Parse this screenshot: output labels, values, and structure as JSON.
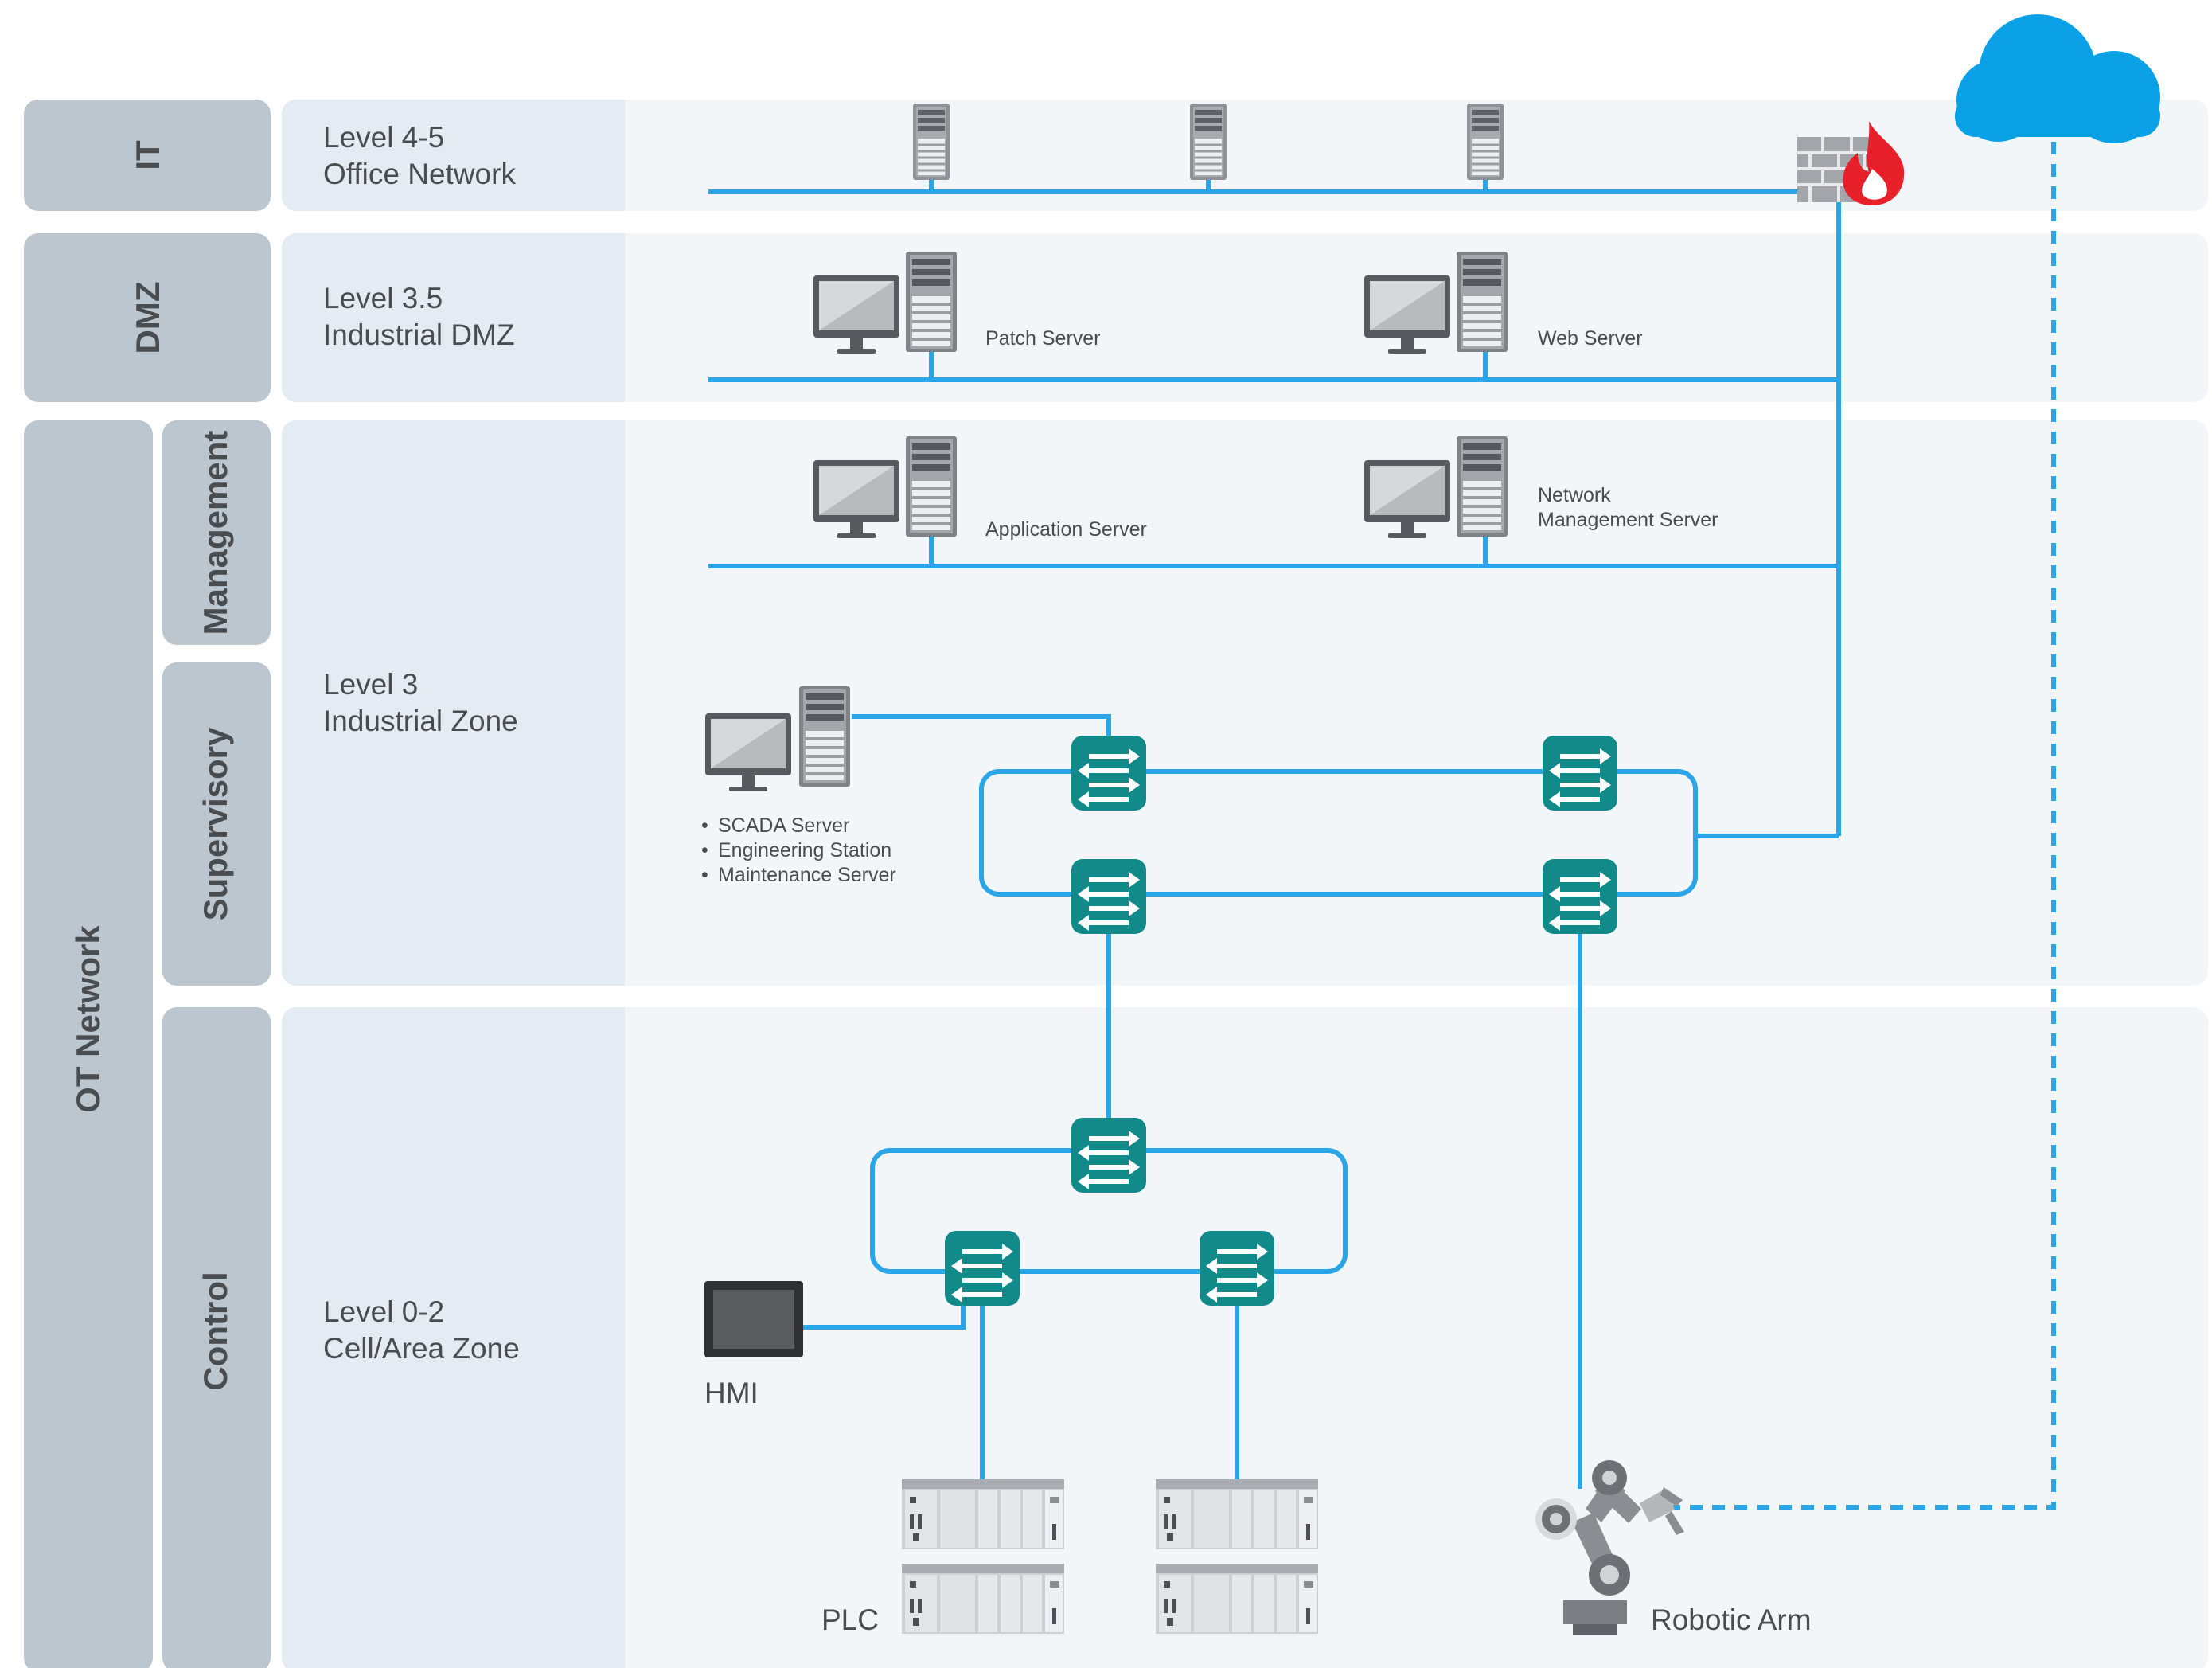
{
  "categories": {
    "it": "IT",
    "dmz": "DMZ",
    "ot": "OT Network",
    "management": "Management",
    "supervisory": "Supervisory",
    "control": "Control"
  },
  "levels": {
    "l45": {
      "line1": "Level 4-5",
      "line2": "Office Network"
    },
    "l35": {
      "line1": "Level 3.5",
      "line2": "Industrial DMZ"
    },
    "l3": {
      "line1": "Level 3",
      "line2": "Industrial Zone"
    },
    "l02": {
      "line1": "Level 0-2",
      "line2": "Cell/Area Zone"
    }
  },
  "devices": {
    "patch_server": "Patch Server",
    "web_server": "Web Server",
    "application_server": "Application Server",
    "network_management_server": {
      "line1": "Network",
      "line2": "Management Server"
    },
    "scada_list": [
      "SCADA Server",
      "Engineering Station",
      "Maintenance Server"
    ],
    "hmi": "HMI",
    "plc": "PLC",
    "robotic_arm": "Robotic Arm"
  },
  "icons": {
    "cloud": "cloud-icon",
    "firewall": "firewall-icon",
    "server": "server-tower-icon",
    "workstation": "workstation-icon",
    "switch": "network-switch-icon",
    "plc": "plc-module-icon",
    "hmi": "hmi-panel-icon",
    "robot": "robotic-arm-icon"
  },
  "colors": {
    "network_line": "#2aa6e8",
    "switch": "#138a8a",
    "cloud": "#0aa1e6",
    "firewall_flame": "#e8202a",
    "category_panel": "#bcc6ce",
    "level_panel": "#e5ebf2",
    "zone_panel": "#f3f6f9"
  }
}
